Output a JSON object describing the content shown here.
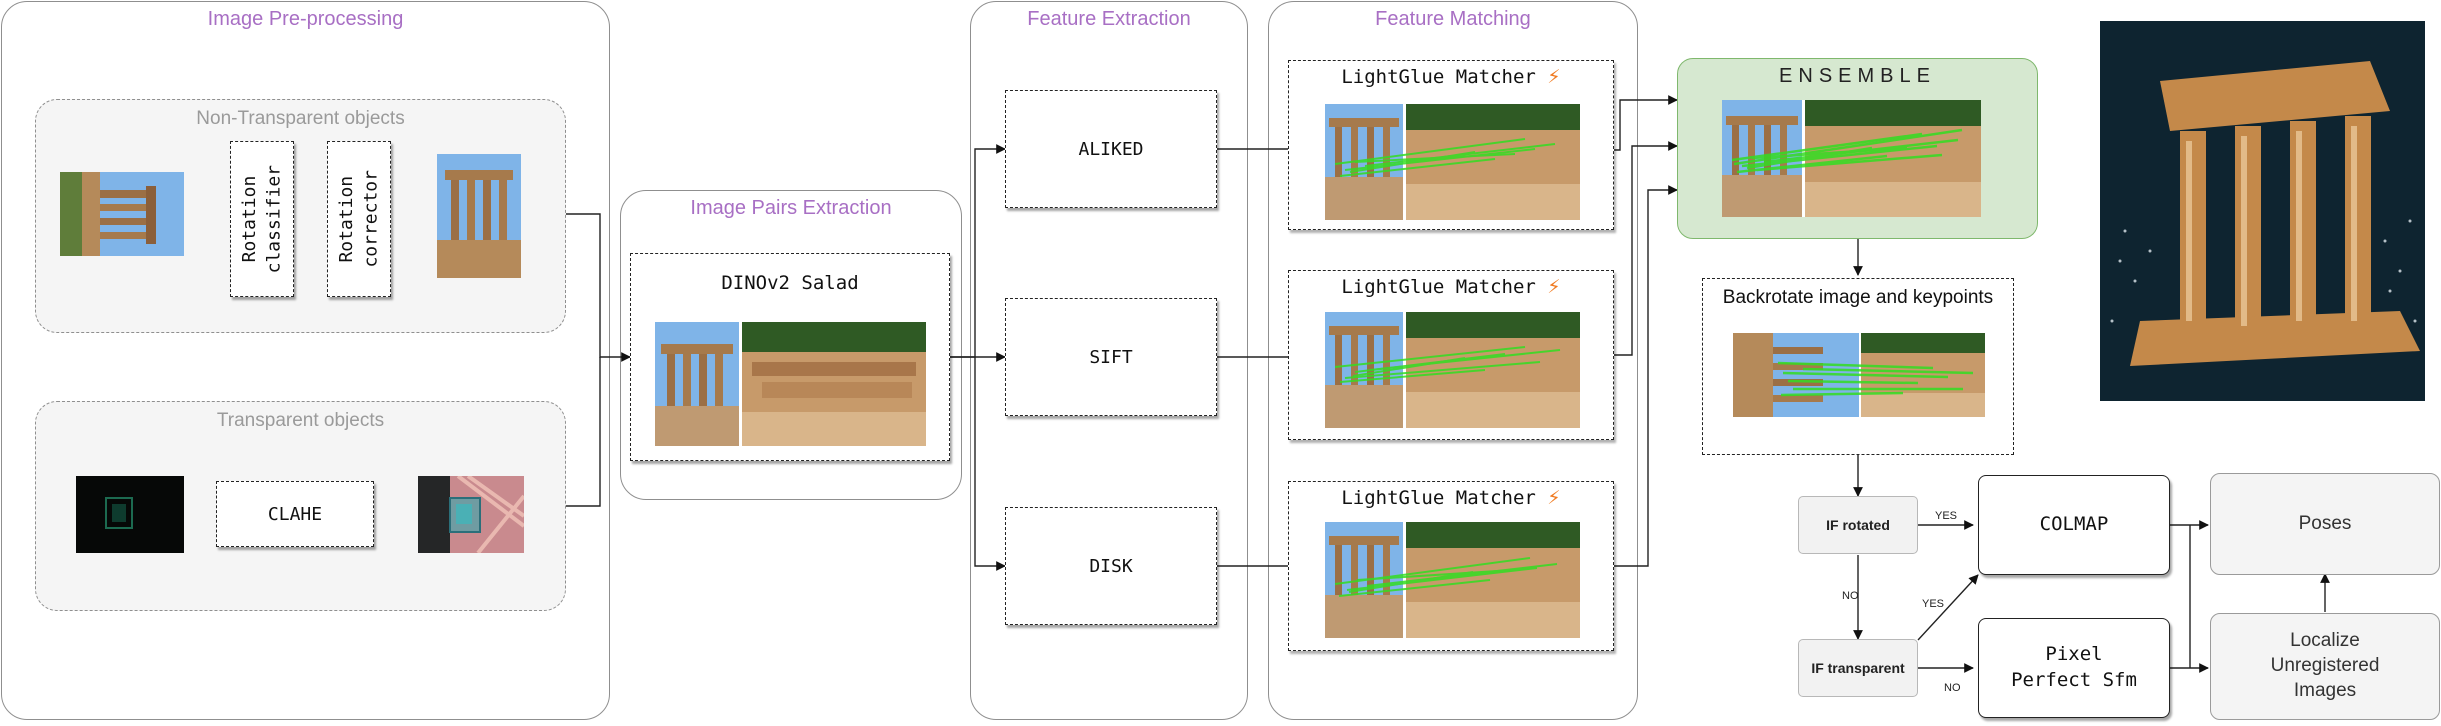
{
  "panels": {
    "preprocessing": "Image Pre-processing",
    "pairs": "Image Pairs Extraction",
    "features": "Feature Extraction",
    "matching": "Feature Matching"
  },
  "preprocessing": {
    "non_transparent": {
      "title": "Non-Transparent objects",
      "rotation_classifier": "Rotation\nclassifier",
      "rotation_corrector": "Rotation\ncorrector"
    },
    "transparent": {
      "title": "Transparent objects",
      "clahe": "CLAHE"
    }
  },
  "pairs": {
    "model": "DINOv2 Salad"
  },
  "extractors": [
    "ALIKED",
    "SIFT",
    "DISK"
  ],
  "matchers": [
    {
      "label": "LightGlue Matcher",
      "icon": "lightning-icon"
    },
    {
      "label": "LightGlue Matcher",
      "icon": "lightning-icon"
    },
    {
      "label": "LightGlue Matcher",
      "icon": "lightning-icon"
    }
  ],
  "ensemble": {
    "title": "ENSEMBLE"
  },
  "backrotate": {
    "title": "Backrotate image and keypoints"
  },
  "decisions": {
    "rotated": "IF rotated",
    "transparent": "IF transparent"
  },
  "edges": {
    "yes1": "YES",
    "no1": "NO",
    "yes2": "YES",
    "no2": "NO"
  },
  "reconstruction": {
    "colmap": "COLMAP",
    "pixsfm": "Pixel\nPerfect Sfm"
  },
  "outputs": {
    "poses": "Poses",
    "localize": "Localize\nUnregistered\nImages"
  },
  "colors": {
    "accent": "#a86fc4",
    "ensemble_bg": "#d6e8d0",
    "match_lines": "#33dd22",
    "bolt": "#f07a20"
  }
}
